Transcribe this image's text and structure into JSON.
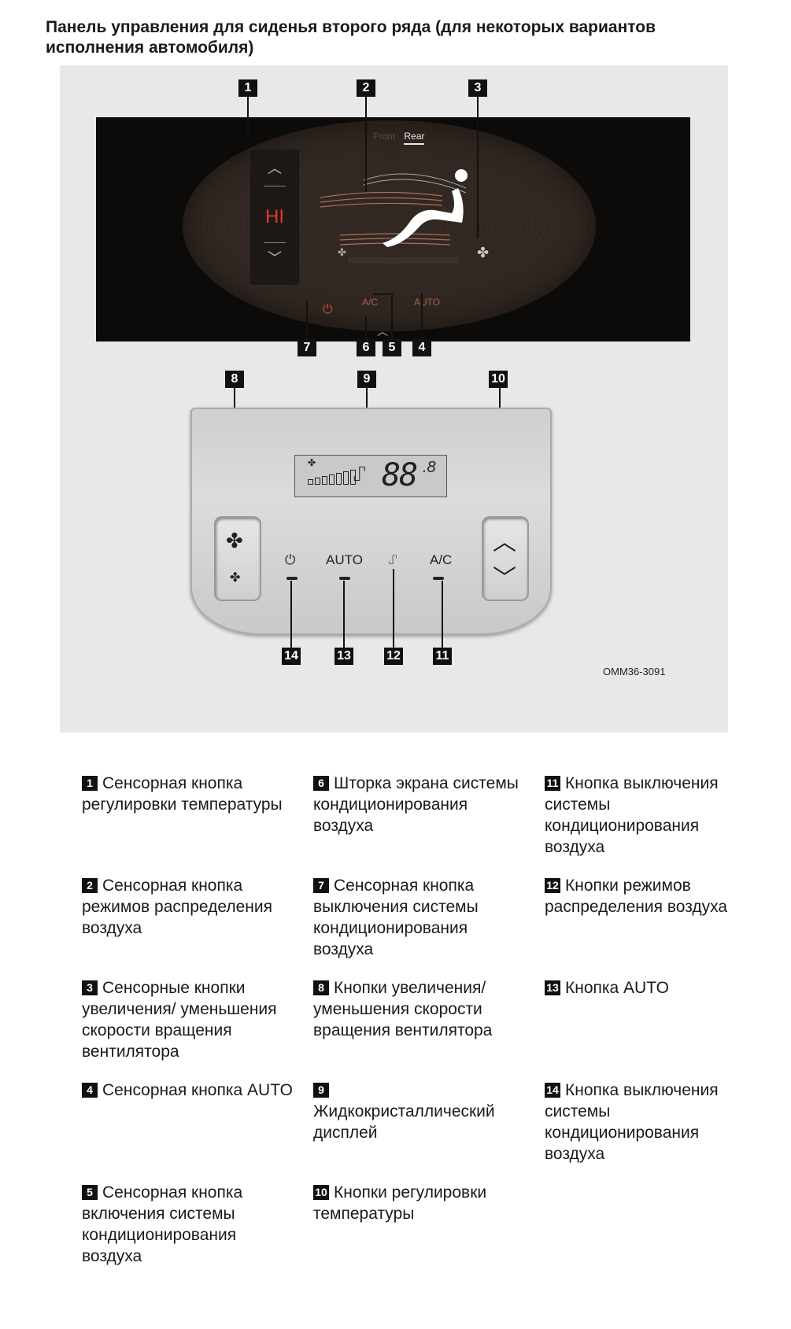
{
  "title": "Панель управления для сиденья второго ряда (для некоторых вариантов исполнения автомобиля)",
  "screen": {
    "tab_front": "Front",
    "tab_rear": "Rear",
    "temp_value": "HI",
    "ac_label": "A/C",
    "auto_label": "AUTO"
  },
  "panel": {
    "lcd_digits": "88",
    "lcd_decimal": ".8",
    "auto_label": "AUTO",
    "ac_label": "A/C"
  },
  "callouts": {
    "c1": "1",
    "c2": "2",
    "c3": "3",
    "c4": "4",
    "c5": "5",
    "c6": "6",
    "c7": "7",
    "c8": "8",
    "c9": "9",
    "c10": "10",
    "c11": "11",
    "c12": "12",
    "c13": "13",
    "c14": "14"
  },
  "figure_code": "OMM36-3091",
  "legend": [
    {
      "num": "1",
      "text": "Сенсорная кнопка регулировки температуры"
    },
    {
      "num": "2",
      "text": "Сенсорная кнопка режимов распределения воздуха"
    },
    {
      "num": "3",
      "text": "Сенсорные кнопки увеличения/ уменьшения скорости вращения вентилятора"
    },
    {
      "num": "4",
      "text": "Сенсорная кнопка AUTO"
    },
    {
      "num": "5",
      "text": "Сенсорная кнопка включения системы кондиционирования воздуха"
    },
    {
      "num": "6",
      "text": "Шторка экрана системы кондиционирования воздуха"
    },
    {
      "num": "7",
      "text": "Сенсорная кнопка выключения системы кондиционирования воздуха"
    },
    {
      "num": "8",
      "text": "Кнопки увеличения/ уменьшения скорости вращения вентилятора"
    },
    {
      "num": "9",
      "text": "Жидкокристаллический дисплей"
    },
    {
      "num": "10",
      "text": "Кнопки регулировки температуры"
    },
    {
      "num": "11",
      "text": "Кнопка выключения системы кондиционирования воздуха"
    },
    {
      "num": "12",
      "text": "Кнопки режимов распределения воздуха"
    },
    {
      "num": "13",
      "text": "Кнопка AUTO"
    },
    {
      "num": "14",
      "text": "Кнопка выключения системы кондиционирования воздуха"
    }
  ]
}
